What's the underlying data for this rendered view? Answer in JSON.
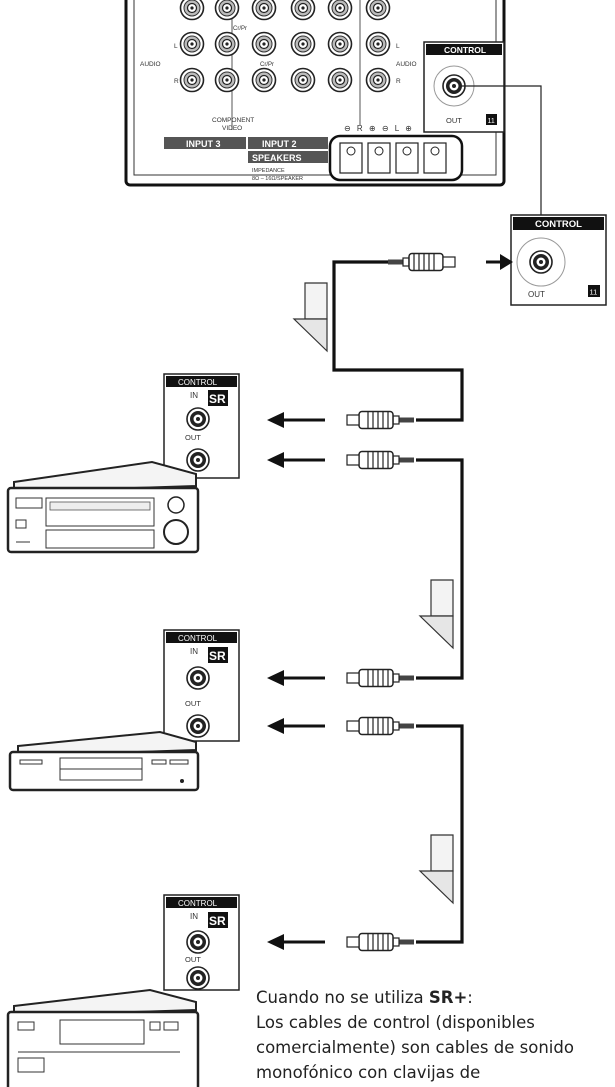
{
  "receiver": {
    "control_panel_label": "CONTROL",
    "control_out_label": "OUT",
    "control_num": "11",
    "audio_label_left": "AUDIO",
    "audio_label_right": "AUDIO",
    "channel_l": "L",
    "channel_r": "R",
    "cr_pr_top": "Cr/Pr",
    "cr_pr_mid": "Cr/Pr",
    "component_label": "COMPONENT",
    "video_label": "VIDEO",
    "input3_label": "INPUT 3",
    "input2_label": "INPUT 2",
    "speakers_label": "SPEAKERS",
    "impedance_line1": "IMPEDANCE",
    "impedance_line2": "8Ω – 16Ω/SPEAKER",
    "terminal_signs": "⊖ R ⊕ ⊖ L ⊕"
  },
  "zoom_callout": {
    "control_label": "CONTROL",
    "out_label": "OUT",
    "num": "11"
  },
  "devices": [
    {
      "control_label": "CONTROL",
      "in_label": "IN",
      "out_label": "OUT",
      "badge": "SR"
    },
    {
      "control_label": "CONTROL",
      "in_label": "IN",
      "out_label": "OUT",
      "badge": "SR"
    },
    {
      "control_label": "CONTROL",
      "in_label": "IN",
      "out_label": "OUT",
      "badge": "SR"
    }
  ],
  "note": {
    "line1_prefix": "Cuando no se utiliza ",
    "line1_strong": "SR+",
    "line1_suffix": ":",
    "line2": "Los cables de control (disponibles",
    "line3": "comercialmente) son cables de sonido",
    "line4": "monofónico con clavijas de"
  }
}
